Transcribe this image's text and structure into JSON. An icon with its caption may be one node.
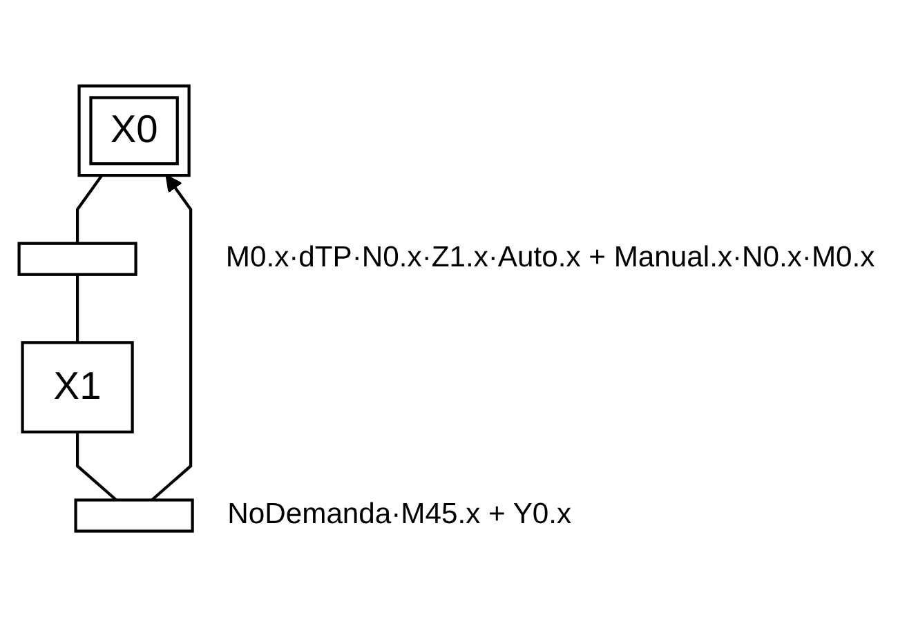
{
  "diagram": {
    "nodes": [
      {
        "text": [
          "X0"
        ]
      },
      {
        "text": [],
        "shape": "bar",
        "beside": [
          "M0.x·dTP·N0.x·Z1.x·Auto.x + Manual.x·N0.x·M0.x"
        ]
      },
      {
        "text": [
          "X1"
        ]
      },
      {
        "text": [],
        "shape": "bar",
        "beside": [
          "NoDemanda·M45.x + Y0.x"
        ]
      }
    ],
    "edges": [
      {
        "from": 0,
        "to": 1,
        "arrow": "none"
      },
      {
        "from": 1,
        "to": 2,
        "arrow": "none"
      },
      {
        "from": 2,
        "to": 3,
        "arrow": "none"
      },
      {
        "from": 3,
        "to": 0,
        "arrow": "to"
      }
    ]
  }
}
